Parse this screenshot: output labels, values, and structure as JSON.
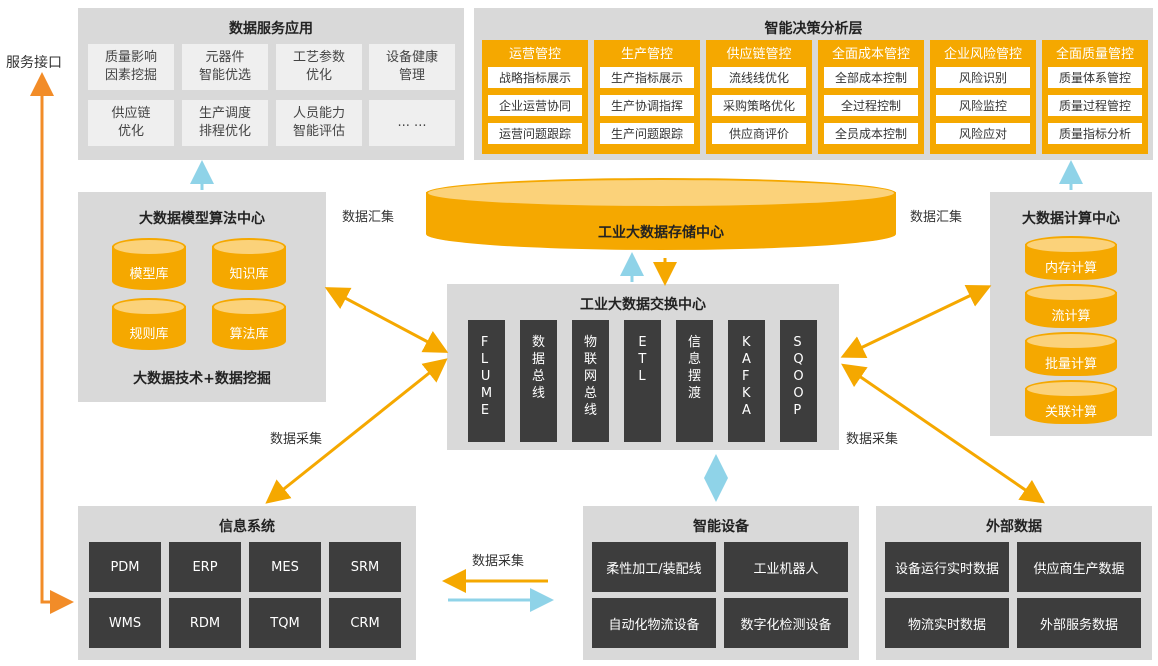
{
  "service_interface": "服务接口",
  "data_service": {
    "title": "数据服务应用",
    "items": [
      "质量影响\n因素挖掘",
      "元器件\n智能优选",
      "工艺参数\n优化",
      "设备健康\n管理",
      "供应链\n优化",
      "生产调度\n排程优化",
      "人员能力\n智能评估",
      "... ..."
    ]
  },
  "decision": {
    "title": "智能决策分析层",
    "columns": [
      {
        "head": "运营管控",
        "items": [
          "战略指标展示",
          "企业运营协同",
          "运营问题跟踪"
        ]
      },
      {
        "head": "生产管控",
        "items": [
          "生产指标展示",
          "生产协调指挥",
          "生产问题跟踪"
        ]
      },
      {
        "head": "供应链管控",
        "items": [
          "流线线优化",
          "采购策略优化",
          "供应商评价"
        ]
      },
      {
        "head": "全面成本管控",
        "items": [
          "全部成本控制",
          "全过程控制",
          "全员成本控制"
        ]
      },
      {
        "head": "企业风险管控",
        "items": [
          "风险识别",
          "风险监控",
          "风险应对"
        ]
      },
      {
        "head": "全面质量管控",
        "items": [
          "质量体系管控",
          "质量过程管控",
          "质量指标分析"
        ]
      }
    ]
  },
  "algo_center": {
    "title": "大数据模型算法中心",
    "dbs": [
      "模型库",
      "知识库",
      "规则库",
      "算法库"
    ],
    "footer": "大数据技术+数据挖掘"
  },
  "storage_center": {
    "title": "工业大数据存储中心"
  },
  "exchange_center": {
    "title": "工业大数据交换中心",
    "bars": [
      "F\nL\nU\nM\nE",
      "数\n据\n总\n线",
      "物\n联\n网\n总\n线",
      "E\nT\nL",
      "信\n息\n摆\n渡",
      "K\nA\nF\nK\nA",
      "S\nQ\nO\nO\nP"
    ]
  },
  "compute_center": {
    "title": "大数据计算中心",
    "dbs": [
      "内存计算",
      "流计算",
      "批量计算",
      "关联计算"
    ]
  },
  "info_system": {
    "title": "信息系统",
    "items": [
      "PDM",
      "ERP",
      "MES",
      "SRM",
      "WMS",
      "RDM",
      "TQM",
      "CRM"
    ]
  },
  "smart_devices": {
    "title": "智能设备",
    "items": [
      "柔性加工/装配线",
      "工业机器人",
      "自动化物流设备",
      "数字化检测设备"
    ]
  },
  "external_data": {
    "title": "外部数据",
    "items": [
      "设备运行实时数据",
      "供应商生产数据",
      "物流实时数据",
      "外部服务数据"
    ]
  },
  "labels": {
    "collect_left_top": "数据汇集",
    "collect_right_top": "数据汇集",
    "gather_left": "数据采集",
    "gather_right": "数据采集",
    "gather_bottom": "数据采集"
  },
  "colors": {
    "accent": "#f5a800",
    "panel": "#d9d9d9",
    "dark": "#3d3d3d",
    "blue_arrow": "#8fd3e8",
    "orange_arrow": "#f28c28"
  }
}
